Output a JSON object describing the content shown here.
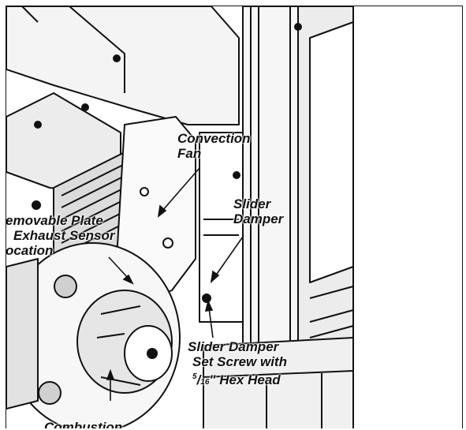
{
  "labels": {
    "convection_fan": [
      "Convection",
      "Fan"
    ],
    "slider_damper": [
      "Slider",
      "Damper"
    ],
    "removable_plate": [
      "emovable Plate",
      "Exhaust Sensor",
      "ocation"
    ],
    "set_screw": [
      "Slider Damper",
      "Set Screw with"
    ],
    "set_screw_fraction": {
      "num": "5",
      "den": "16",
      "rest": "\" Hex Head"
    },
    "cut_label": "Combustion"
  }
}
